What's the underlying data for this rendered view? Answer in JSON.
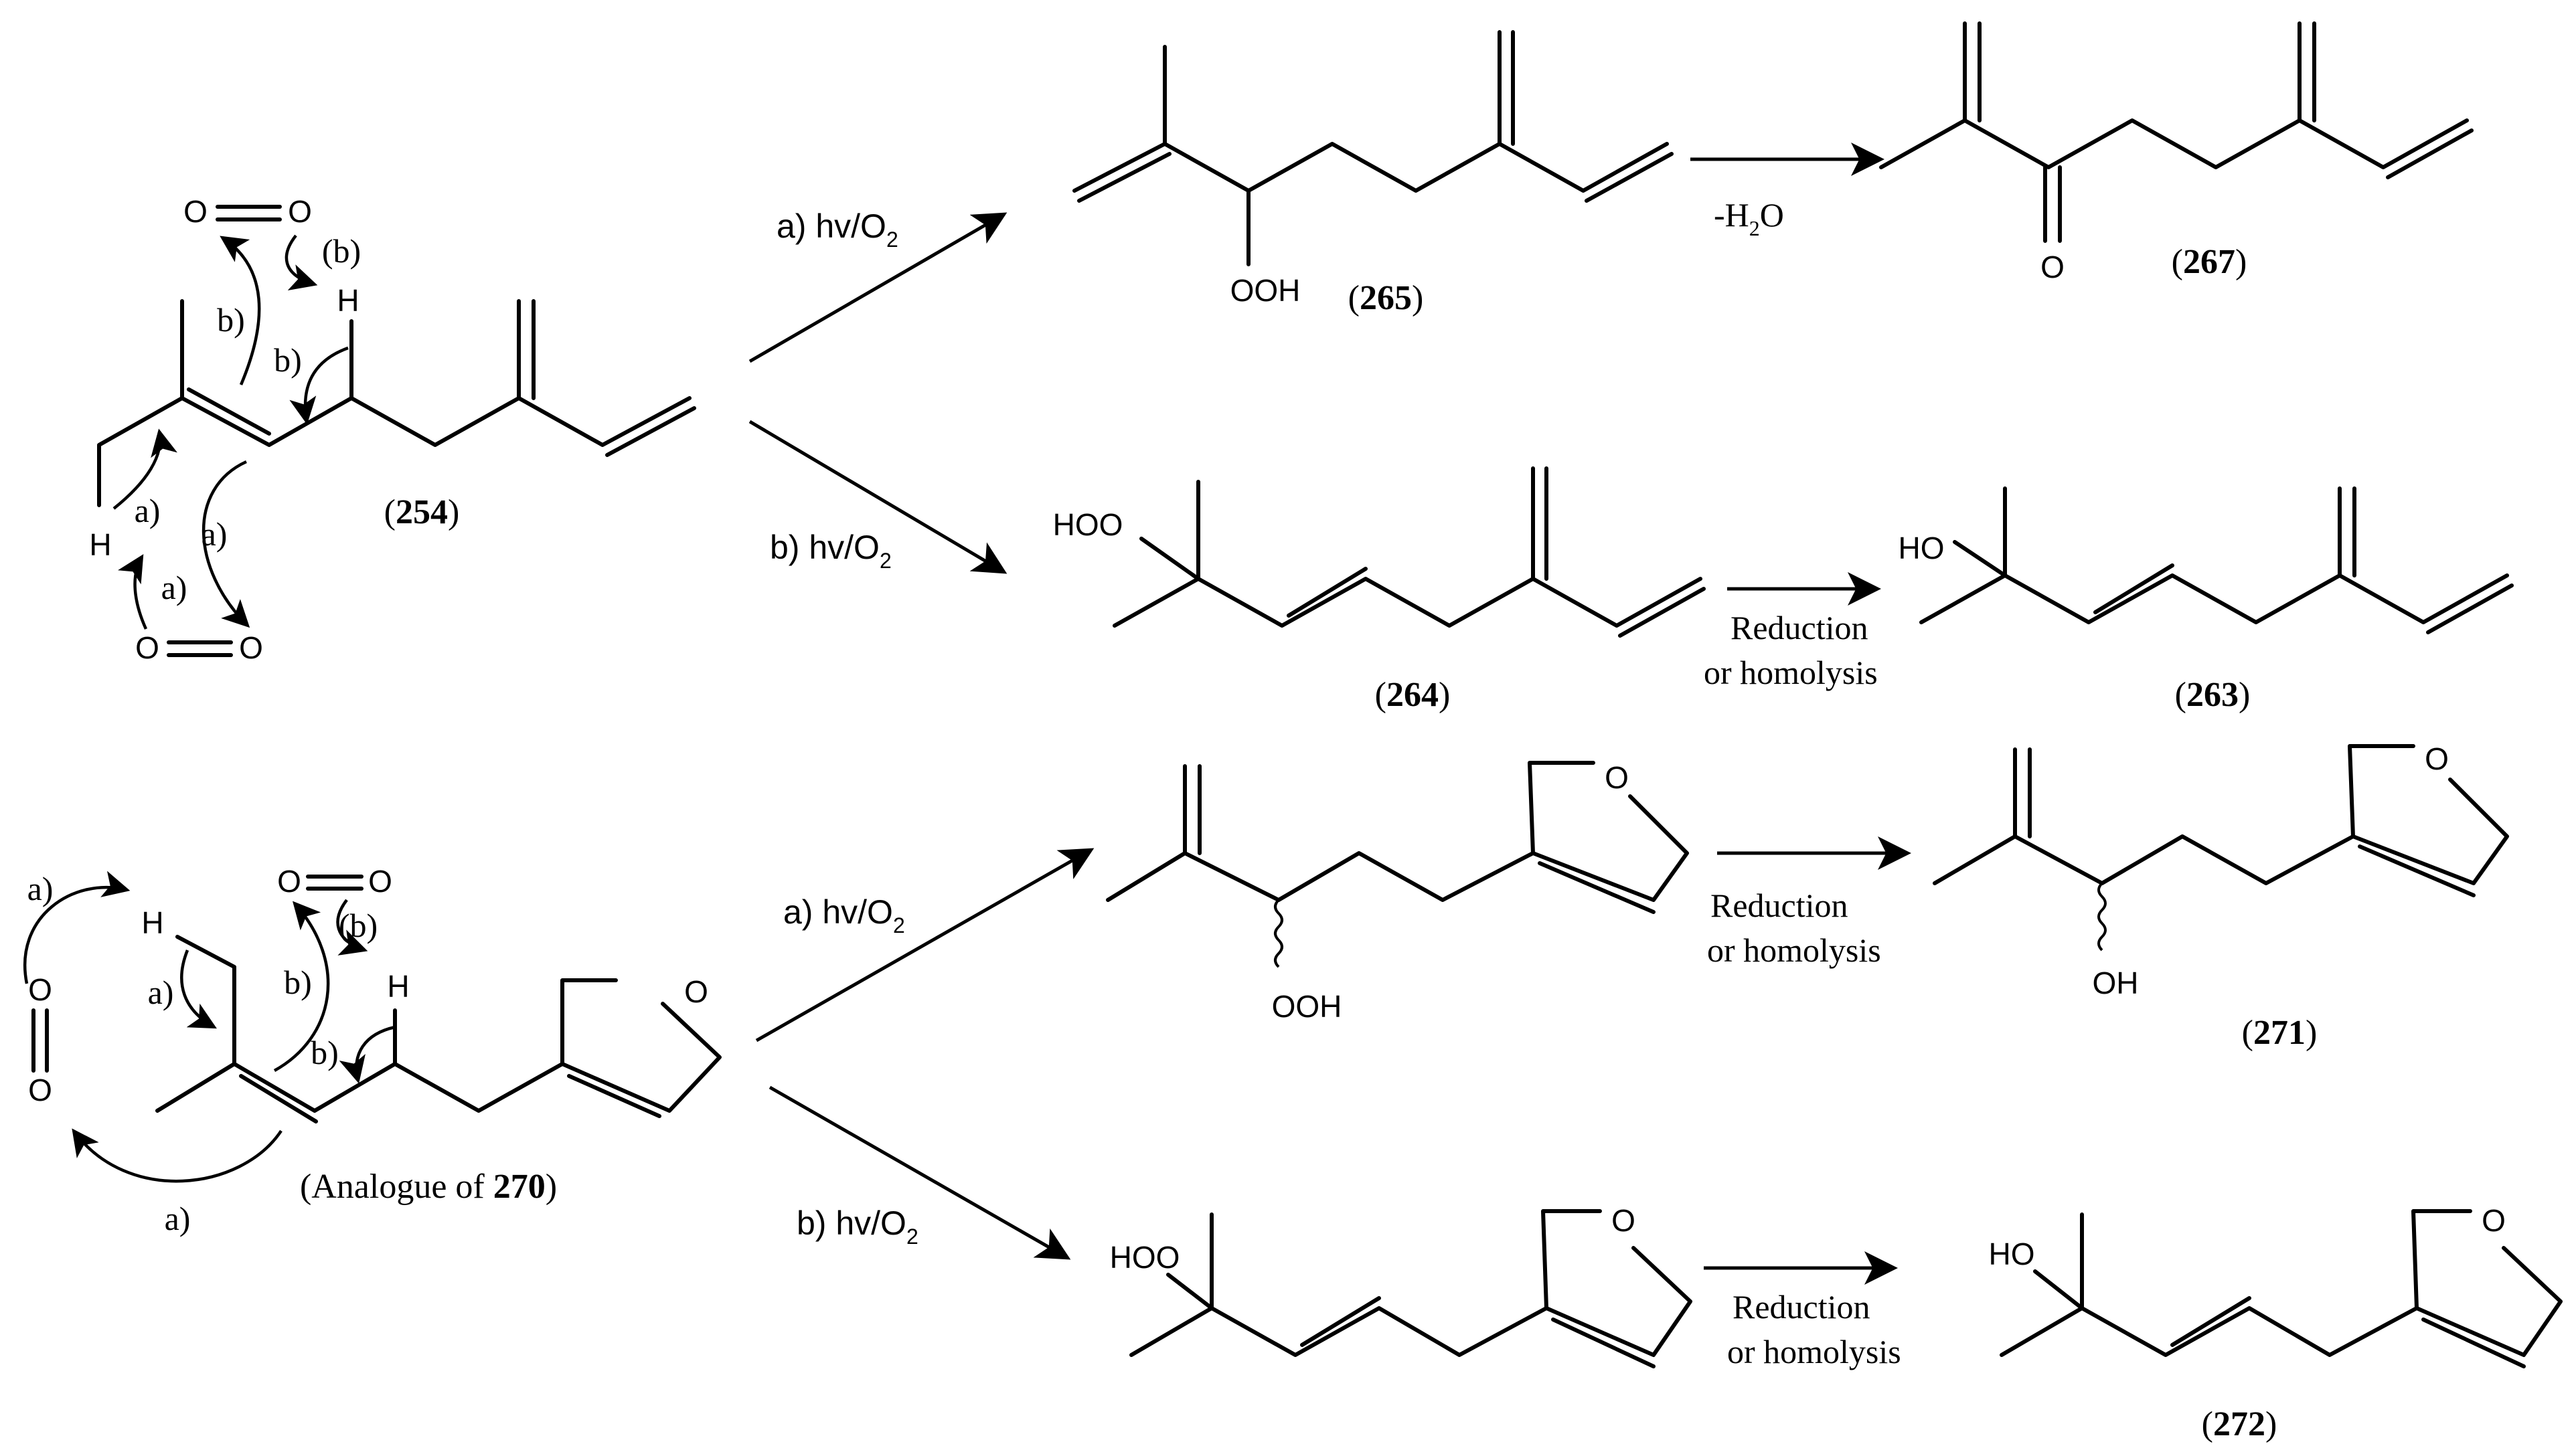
{
  "conditions": {
    "a_prefix": "a) hv/O",
    "b_prefix": "b) hv/O",
    "subscript_2": "2",
    "minus_h2o_prefix": "-H",
    "minus_h2o_suffix": "O",
    "reduction": "Reduction",
    "or_homolysis": "or homolysis"
  },
  "labels": {
    "open_paren": "(",
    "close_paren": ")",
    "c254": "254",
    "c265": "265",
    "c267": "267",
    "c264": "264",
    "c263": "263",
    "c271": "271",
    "c272": "272",
    "analogue_prefix": "(Analogue of ",
    "c270": "270"
  },
  "atoms": {
    "O": "O",
    "H": "H",
    "OOH": "OOH",
    "HOO": "HOO",
    "HO": "HO",
    "OH": "OH"
  },
  "mechanism_labels": {
    "a": "a)",
    "b": "b)",
    "b_open": "(b)"
  }
}
